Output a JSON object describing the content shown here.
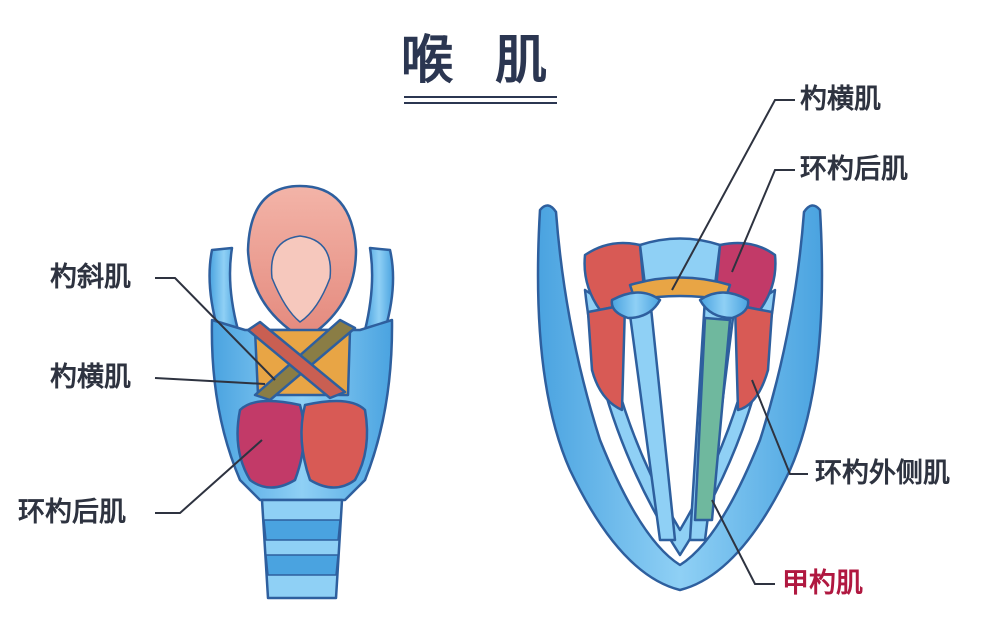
{
  "title": "喉 肌",
  "left_labels": {
    "oblique": "杓斜肌",
    "transverse": "杓横肌",
    "posterior": "环杓后肌"
  },
  "right_labels": {
    "transverse": "杓横肌",
    "posterior": "环杓后肌",
    "lateral": "环杓外侧肌",
    "thyroarytenoid": "甲杓肌"
  },
  "colors": {
    "title": "#2b3651",
    "cartilage": "#4aa3e0",
    "cartilage_light": "#8fd0f5",
    "epiglottis": "#e9968a",
    "muscle_red": "#d85a55",
    "muscle_magenta": "#c23a68",
    "muscle_orange": "#e8a545",
    "muscle_olive": "#8a7d45",
    "muscle_green": "#6fb89e",
    "highlight_label": "#b01840"
  }
}
